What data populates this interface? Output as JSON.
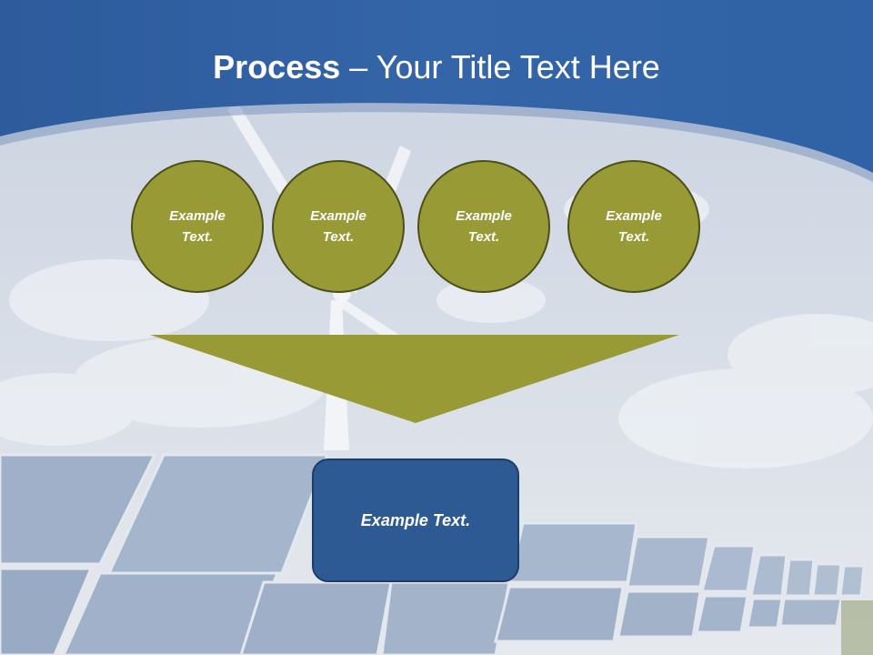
{
  "slide": {
    "title_bold": "Process",
    "title_rest": " – Your Title Text Here",
    "circles": [
      {
        "label": "Example Text."
      },
      {
        "label": "Example Text."
      },
      {
        "label": "Example Text."
      },
      {
        "label": "Example Text."
      }
    ],
    "box_label": "Example Text."
  },
  "colors": {
    "header_blue": "#2f5e9e",
    "circle_fill": "#979a35",
    "circle_border": "#4d4f18",
    "arrow_fill": "#979a35",
    "box_fill": "#2e5a93"
  }
}
